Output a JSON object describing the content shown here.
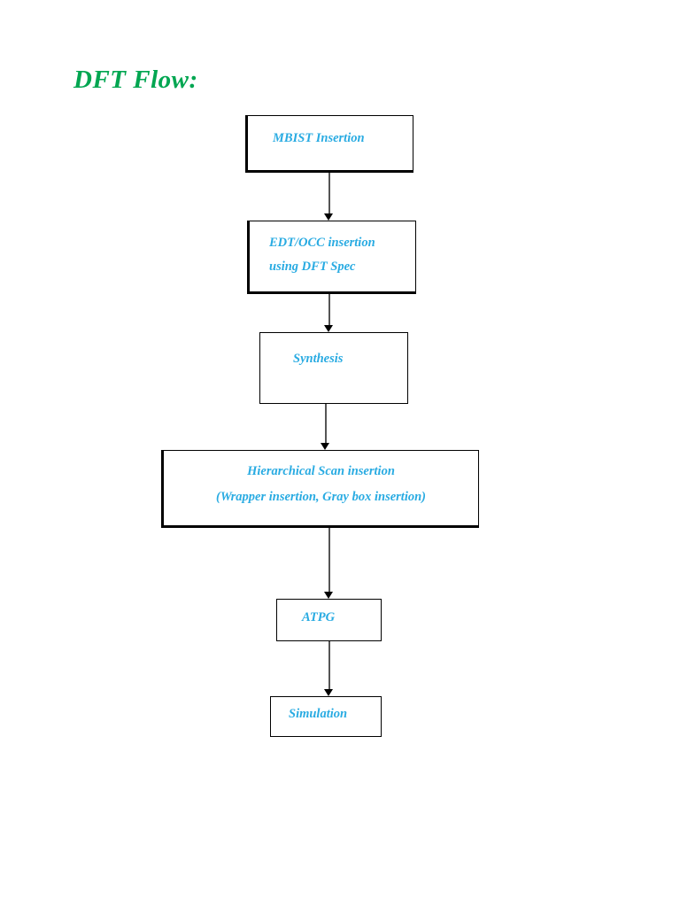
{
  "document": {
    "title": "DFT Flow:",
    "title_color": "#00a651",
    "node_text_color": "#29abe2",
    "background": "#ffffff"
  },
  "chart_data": {
    "type": "diagram",
    "diagram_kind": "flowchart",
    "orientation": "top-to-bottom",
    "title": "DFT Flow:",
    "nodes": [
      {
        "id": "mbist",
        "lines": [
          "MBIST Insertion"
        ],
        "align": "left"
      },
      {
        "id": "edtocc",
        "lines": [
          "EDT/OCC insertion",
          "using DFT Spec"
        ],
        "align": "left"
      },
      {
        "id": "synthesis",
        "lines": [
          "Synthesis"
        ],
        "align": "left"
      },
      {
        "id": "hier",
        "lines": [
          "Hierarchical Scan insertion",
          "(Wrapper insertion, Gray box insertion)"
        ],
        "align": "center"
      },
      {
        "id": "atpg",
        "lines": [
          "ATPG"
        ],
        "align": "left"
      },
      {
        "id": "sim",
        "lines": [
          "Simulation"
        ],
        "align": "left"
      }
    ],
    "edges": [
      {
        "from": "mbist",
        "to": "edtocc",
        "style": "arrow-down"
      },
      {
        "from": "edtocc",
        "to": "synthesis",
        "style": "arrow-down"
      },
      {
        "from": "synthesis",
        "to": "hier",
        "style": "arrow-down"
      },
      {
        "from": "hier",
        "to": "atpg",
        "style": "arrow-down"
      },
      {
        "from": "atpg",
        "to": "sim",
        "style": "arrow-down"
      }
    ]
  },
  "nodes": {
    "mbist": {
      "line1": "MBIST Insertion"
    },
    "edtocc": {
      "line1": "EDT/OCC insertion",
      "line2": "using DFT Spec"
    },
    "synthesis": {
      "line1": "Synthesis"
    },
    "hier": {
      "line1": "Hierarchical Scan insertion",
      "line2": "(Wrapper insertion, Gray box insertion)"
    },
    "atpg": {
      "line1": "ATPG"
    },
    "sim": {
      "line1": "Simulation"
    }
  }
}
